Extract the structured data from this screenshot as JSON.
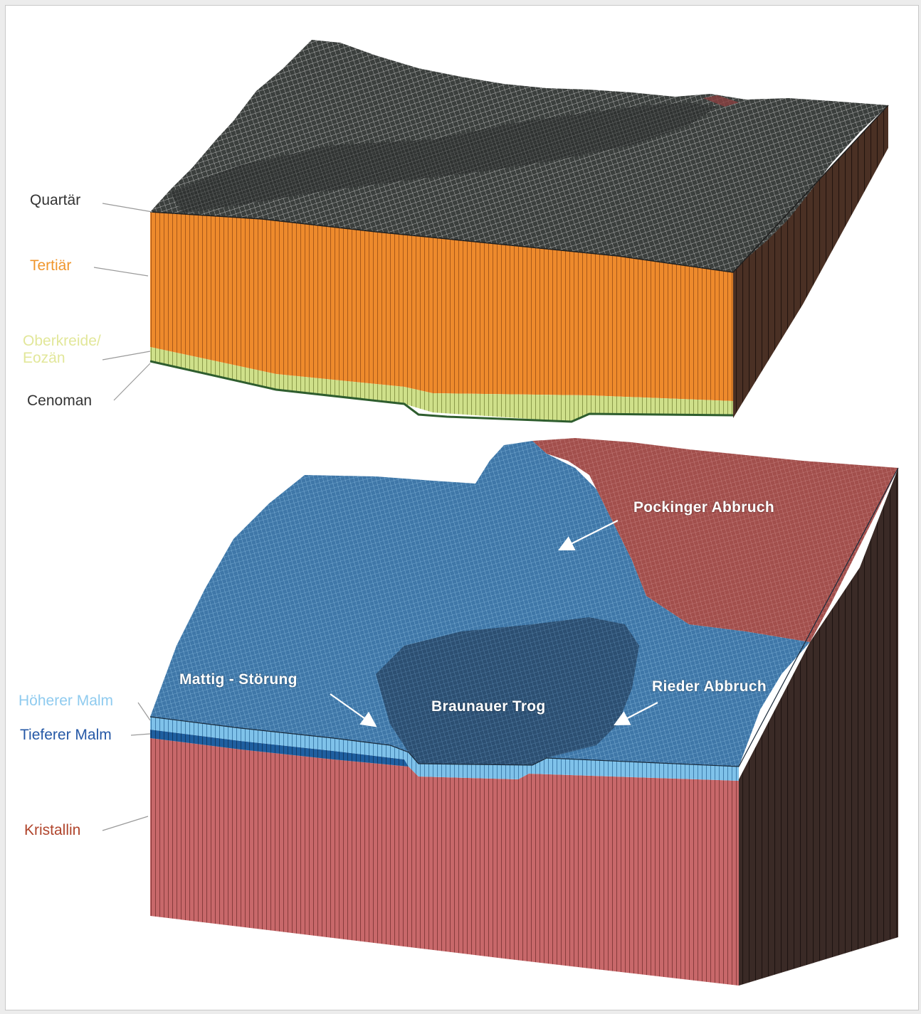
{
  "colors": {
    "tertiaer": "#ee8a2c",
    "oberkreide": "#cfe08a",
    "cenoman": "#2e5d2e",
    "hoeherer_malm": "#7fc2ea",
    "tieferer_malm": "#1f5fa0",
    "kristallin": "#c8686a",
    "quartaer_surface": "#3b3f3d",
    "malm_surface": "#3f77a8"
  },
  "layer_labels": {
    "quartaer": {
      "text": "Quartär",
      "color": "#333333"
    },
    "tertiaer": {
      "text": "Tertiär",
      "color": "#f0962c"
    },
    "oberkreide": {
      "text": "Oberkreide/\nEozän",
      "color": "#e2e79a"
    },
    "cenoman": {
      "text": "Cenoman",
      "color": "#333333"
    },
    "hoeherer_malm": {
      "text": "Höherer Malm",
      "color": "#8fcbef"
    },
    "tieferer_malm": {
      "text": "Tieferer Malm",
      "color": "#2558a6"
    },
    "kristallin": {
      "text": "Kristallin",
      "color": "#b0452c"
    }
  },
  "annotations": {
    "pockinger": "Pockinger  Abbruch",
    "mattig": "Mattig - Störung",
    "braunauer": "Braunauer  Trog",
    "rieder": "Rieder  Abbruch"
  }
}
